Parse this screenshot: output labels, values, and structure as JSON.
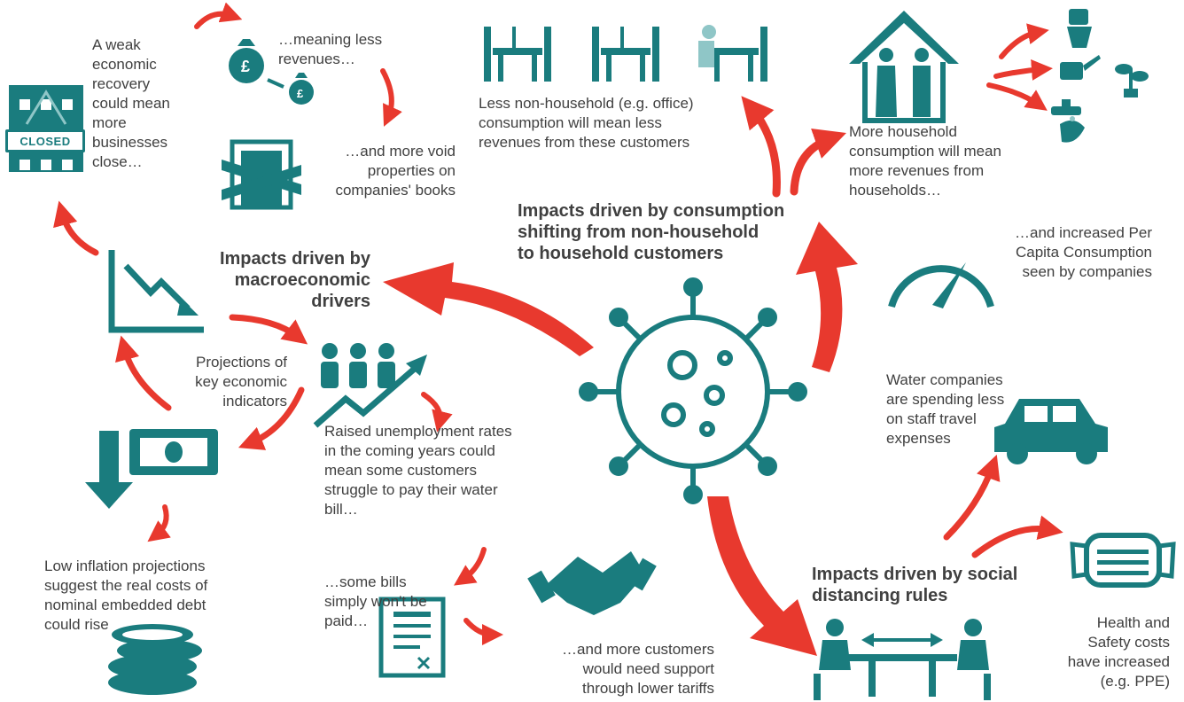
{
  "colors": {
    "teal": "#1a7c7e",
    "light_teal": "#8fc6c7",
    "arrow_red": "#e8392e",
    "text": "#404040"
  },
  "headings": {
    "macro": [
      "Impacts driven by",
      "macroeconomic",
      "drivers"
    ],
    "consumption": [
      "Impacts driven by consumption",
      "shifting from non-household",
      "to household customers"
    ],
    "social": [
      "Impacts driven by social",
      "distancing rules"
    ]
  },
  "texts": {
    "weak_recovery": [
      "A weak",
      "economic",
      "recovery",
      "could mean",
      "more",
      "businesses",
      "close…"
    ],
    "less_revenues": [
      "…meaning less",
      "revenues…"
    ],
    "void_properties": [
      "…and more void",
      "properties on",
      "companies' books"
    ],
    "projections": [
      "Projections of",
      "key economic",
      "indicators"
    ],
    "unemployment": [
      "Raised unemployment rates",
      "in the coming years could",
      "mean some customers",
      "struggle to pay their water",
      "bill…"
    ],
    "bills_unpaid": [
      "…some bills",
      "simply won't be",
      "paid…"
    ],
    "support": [
      "…and more customers",
      "would need support",
      "through lower tariffs"
    ],
    "inflation": [
      "Low inflation projections",
      "suggest the real costs of",
      "nominal embedded debt",
      "could rise"
    ],
    "non_household": [
      "Less non-household (e.g. office)",
      "consumption will mean less",
      "revenues from these customers"
    ],
    "household": [
      "More household",
      "consumption will mean",
      "more revenues from",
      "households…"
    ],
    "per_capita": [
      "…and increased Per",
      "Capita Consumption",
      "seen by companies"
    ],
    "travel": [
      "Water companies",
      "are spending less",
      "on staff travel",
      "expenses"
    ],
    "health": [
      "Health and",
      "Safety costs",
      "have increased",
      "(e.g. PPE)"
    ]
  },
  "sign_label": "CLOSED",
  "icons": [
    "closed-building-icon",
    "money-bag-icon",
    "boarded-door-icon",
    "declining-chart-icon",
    "people-growth-icon",
    "cash-down-icon",
    "coin-stack-icon",
    "document-icon",
    "handshake-icon",
    "virus-icon",
    "office-table-icon",
    "house-family-icon",
    "toilet-icon",
    "watering-can-icon",
    "plant-icon",
    "tap-icon",
    "hand-washing-icon",
    "speedometer-icon",
    "car-icon",
    "face-mask-icon",
    "distanced-meeting-icon"
  ]
}
